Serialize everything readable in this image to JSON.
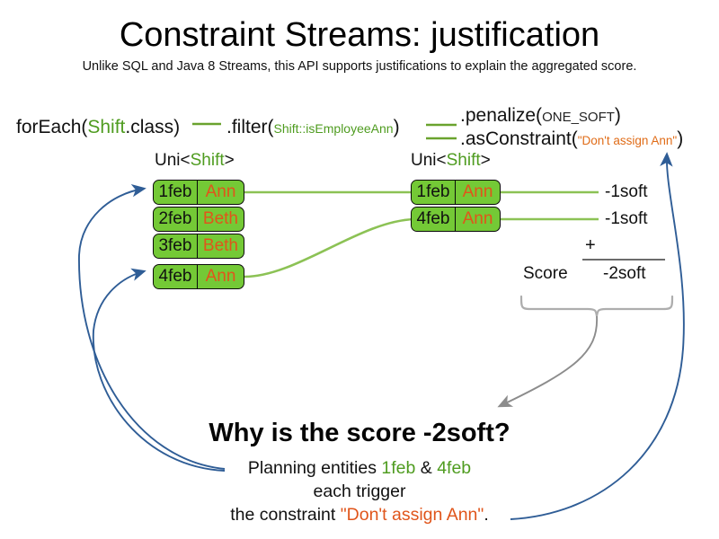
{
  "slide": {
    "title": "Constraint Streams: justification",
    "subtitle": "Unlike SQL and Java 8 Streams, this API supports justifications to explain the aggregated score."
  },
  "pipeline": {
    "for_each": {
      "method": "forEach(",
      "type": "Shift",
      "tail": ".class)"
    },
    "filter": {
      "method": ".filter(",
      "arg": "Shift::isEmployeeAnn",
      "tail": ")"
    },
    "penalize": {
      "method": ".penalize(",
      "constant": "ONE_SOFT",
      "tail": ")"
    },
    "as_constraint": {
      "method": ".asConstraint(",
      "constraint_name": "\"Don't assign Ann\"",
      "tail": ")"
    }
  },
  "streams": {
    "left": {
      "header": {
        "prefix": "Uni<",
        "type": "Shift",
        "suffix": ">"
      },
      "rows": [
        {
          "date": "1feb",
          "employee": "Ann"
        },
        {
          "date": "2feb",
          "employee": "Beth"
        },
        {
          "date": "3feb",
          "employee": "Beth"
        },
        {
          "date": "4feb",
          "employee": "Ann"
        }
      ]
    },
    "right": {
      "header": {
        "prefix": "Uni<",
        "type": "Shift",
        "suffix": ">"
      },
      "rows": [
        {
          "date": "1feb",
          "employee": "Ann"
        },
        {
          "date": "4feb",
          "employee": "Ann"
        }
      ]
    }
  },
  "score": {
    "impacts": [
      "-1soft",
      "-1soft"
    ],
    "operator": "+",
    "label": "Score",
    "total": "-2soft"
  },
  "explanation": {
    "heading": "Why is the score -2soft?",
    "line1_prefix": "Planning entities ",
    "line1_entity_a": "1feb",
    "line1_amp": " & ",
    "line1_entity_b": "4feb",
    "line2": "each trigger",
    "line3_prefix": "the constraint ",
    "line3_constraint": "\"Don't assign Ann\"",
    "line3_suffix": "."
  },
  "colors": {
    "cell_green": "#74c936",
    "type_green": "#4f9c20",
    "string_orange": "#e0551b",
    "connector_green": "#8cc255",
    "arrow_blue": "#2f5d96",
    "brace_gray": "#adadad"
  }
}
